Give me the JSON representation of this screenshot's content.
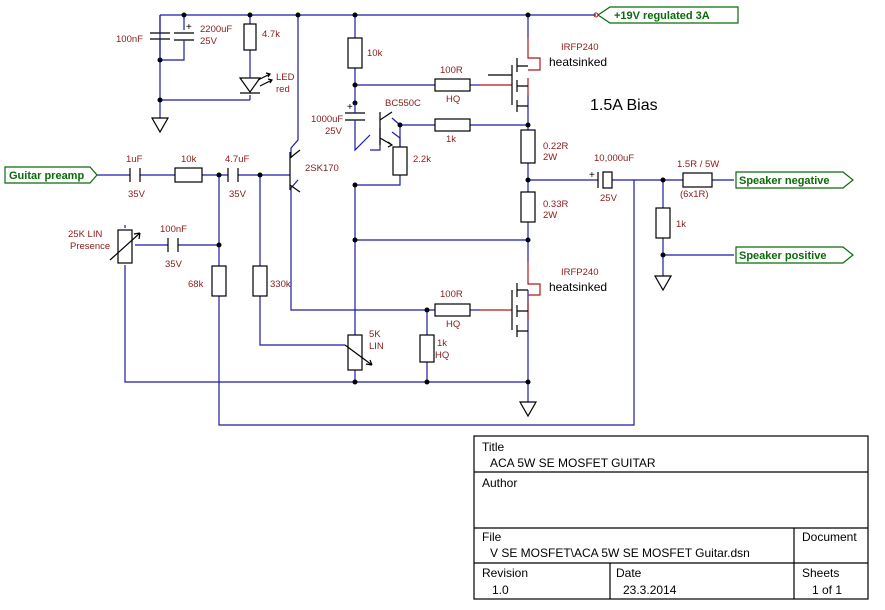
{
  "schematic": {
    "ports": {
      "supply": "+19V regulated 3A",
      "input": "Guitar preamp",
      "spk_neg": "Speaker negative",
      "spk_pos": "Speaker positive"
    },
    "components": {
      "c_100nf_top": "100nF",
      "c_2200uf": "2200uF",
      "c_2200uf_v": "25V",
      "r_4k7": "4.7k",
      "led": "LED",
      "led_color": "red",
      "r_10k_top": "10k",
      "r_100r_top": "100R",
      "r_100r_top_hq": "HQ",
      "q_upper": "IRFP240",
      "q_upper_note": "heatsinked",
      "bias": "1.5A Bias",
      "c_1000uf": "1000uF",
      "c_1000uf_v": "25V",
      "q_bc": "BC550C",
      "r_1k_mid": "1k",
      "r_2k2": "2.2k",
      "r_022": "0.22R",
      "r_022_w": "2W",
      "r_033": "0.33R",
      "r_033_w": "2W",
      "c_1uf": "1uF",
      "c_1uf_v": "35V",
      "r_10k_in": "10k",
      "c_4u7": "4.7uF",
      "c_4u7_v": "35V",
      "q_jfet": "2SK170",
      "c_10000uf": "10,000uF",
      "c_10000uf_v": "25V",
      "r_1r5": "1.5R / 5W",
      "r_1r5_note": "(6x1R)",
      "r_1k_out": "1k",
      "pot_presence": "25K LIN",
      "pot_presence_name": "Presence",
      "c_100nf_pres": "100nF",
      "c_100nf_pres_v": "35V",
      "r_68k": "68k",
      "r_330k": "330k",
      "pot_5k": "5K",
      "pot_5k_lin": "LIN",
      "r_100r_bot": "100R",
      "r_100r_bot_hq": "HQ",
      "r_1k_bot": "1k",
      "r_1k_bot_hq": "HQ",
      "q_lower": "IRFP240",
      "q_lower_note": "heatsinked"
    }
  },
  "title_block": {
    "title_label": "Title",
    "title_value": "ACA 5W SE MOSFET GUITAR",
    "author_label": "Author",
    "document_label": "Document",
    "file_label": "File",
    "file_value": "V SE MOSFET\\ACA 5W SE MOSFET Guitar.dsn",
    "revision_label": "Revision",
    "revision_value": "1.0",
    "date_label": "Date",
    "date_value": "23.3.2014",
    "sheets_label": "Sheets",
    "sheets_value": "1 of 1"
  },
  "colors": {
    "wire": "#1a1aa6",
    "label": "#8b1a1a",
    "port_text": "#0a6b0a",
    "port_border": "#0a6b0a",
    "lead": "#b01818"
  }
}
